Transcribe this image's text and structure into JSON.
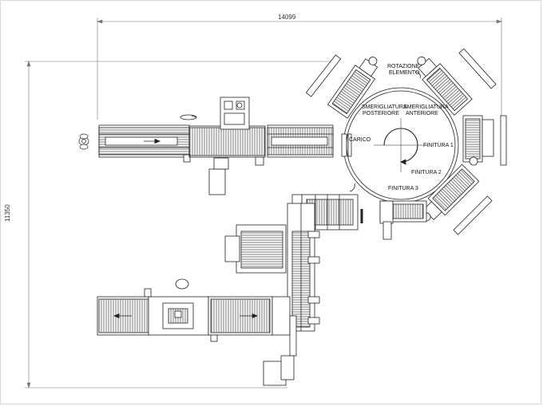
{
  "drawing": {
    "dimensions": {
      "width": "14099",
      "height": "11350"
    },
    "labels": {
      "rotation_line1": "ROTAZIONE",
      "rotation_line2": "ELEMENTO",
      "rear_grinding_line1": "SMERIGLIATURA",
      "rear_grinding_line2": "POSTERIORE",
      "front_grinding_line1": "SMERIGLIATURA",
      "front_grinding_line2": "ANTERIORE",
      "loading": "CARICO",
      "finishing_1": "FINITURA 1",
      "finishing_2": "FINITURA 2",
      "finishing_3": "FINITURA 3"
    }
  }
}
